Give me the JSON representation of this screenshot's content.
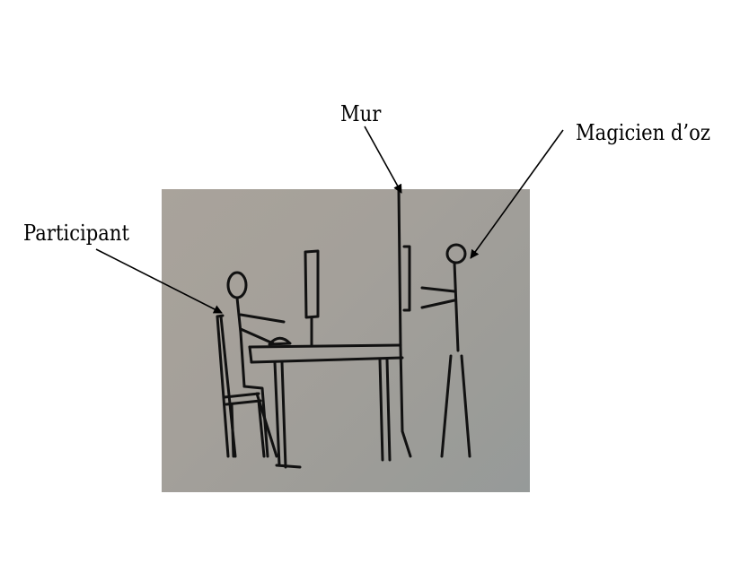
{
  "labels": {
    "mur": "Mur",
    "magicien": "Magicien d’oz",
    "participant": "Participant"
  },
  "colors": {
    "photo_background": "#a39f99",
    "ink": "#111111",
    "arrow": "#000000"
  }
}
